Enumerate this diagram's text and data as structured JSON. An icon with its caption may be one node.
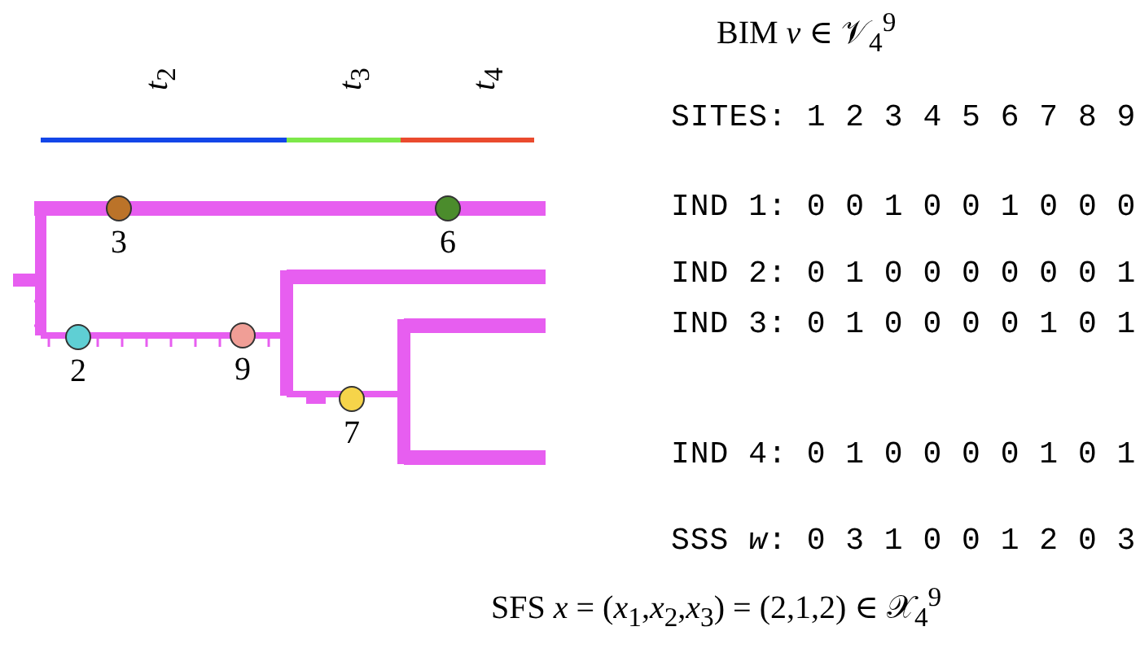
{
  "diagram": {
    "title": "BIM *v* ∈ 𝒱$_{4}$$^{9}$",
    "caption": "SFS *x* = (*x*$_{1}$,*x*$_{2}$,*x*$_{3}$) = (2,1,2) ∈ 𝒳$_{4}$$^{9}$",
    "nodes": [
      {
        "text": [],
        "shape": "circle",
        "beside": [
          "3"
        ]
      },
      {
        "text": [],
        "shape": "circle",
        "beside": [
          "6"
        ]
      },
      {
        "text": [],
        "shape": "circle",
        "beside": [
          "2"
        ]
      },
      {
        "text": [],
        "shape": "circle",
        "beside": [
          "9"
        ]
      },
      {
        "text": [],
        "shape": "circle",
        "beside": [
          "7"
        ]
      }
    ],
    "edges": [],
    "labels": [
      "*t*$_{2}$",
      "*t*$_{3}$",
      "*t*$_{4}$",
      "SITES: 1 2 3 4 5 6 7 8 9",
      "IND 1: 0 0 1 0 0 1 0 0 0",
      "IND 2: 0 1 0 0 0 0 0 0 1",
      "IND 3: 0 1 0 0 0 0 1 0 1",
      "IND 4: 0 1 0 0 0 0 1 0 1",
      "SSS *w*: 0 3 1 0 0 1 2 0 3"
    ]
  }
}
